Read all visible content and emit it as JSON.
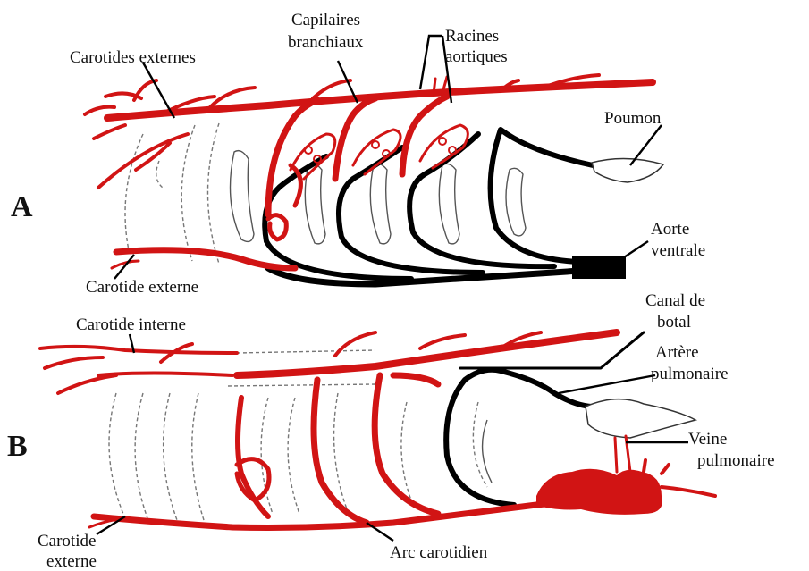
{
  "panels": {
    "a": {
      "letter": "A"
    },
    "b": {
      "letter": "B"
    }
  },
  "labels": {
    "a": {
      "carotides_externes": "Carotides externes",
      "capillaires_1": "Capilaires",
      "capillaires_2": "branchiaux",
      "racines_1": "Racines",
      "racines_2": "aortiques",
      "poumon": "Poumon",
      "aorte_1": "Aorte",
      "aorte_2": "ventrale",
      "carotide_externe": "Carotide externe"
    },
    "b": {
      "carotide_interne": "Carotide interne",
      "canal_1": "Canal de",
      "canal_2": "botal",
      "artere_1": "Artère",
      "artere_2": "pulmonaire",
      "veine_1": "Veine",
      "veine_2": "pulmonaire",
      "carotide_externe_1": "Carotide",
      "carotide_externe_2": "externe",
      "arc_carotidien": "Arc carotidien"
    }
  },
  "colors": {
    "artery_red": "#d11414",
    "vessel_black": "#000000",
    "outline_grey": "#777777"
  }
}
